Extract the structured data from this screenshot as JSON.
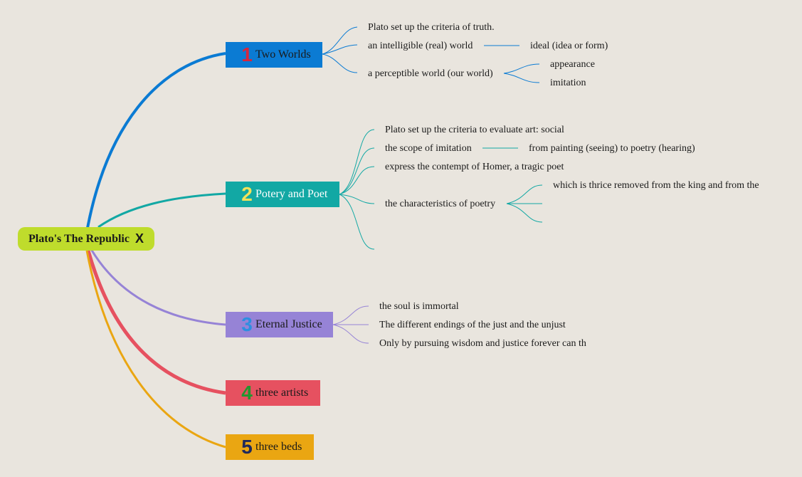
{
  "root": {
    "label": "Plato's The Republic",
    "marker": "X"
  },
  "topics": [
    {
      "num": "1",
      "label": "Two Worlds",
      "items": [
        "Plato set up the criteria of truth.",
        "an intelligible (real) world",
        "ideal (idea or form)",
        "a perceptible world (our world)",
        "appearance",
        "imitation"
      ]
    },
    {
      "num": "2",
      "label": "Potery and Poet",
      "items": [
        "Plato set up the criteria to evaluate art: social",
        "the scope of imitation",
        "from painting (seeing) to poetry (hearing)",
        "express the contempt of Homer, a tragic poet",
        "the characteristics of poetry",
        "which is thrice removed from the king and from the"
      ]
    },
    {
      "num": "3",
      "label": "Eternal Justice",
      "items": [
        "the soul is immortal",
        "The different endings of the just and the unjust",
        "Only by pursuing wisdom and justice forever can th"
      ]
    },
    {
      "num": "4",
      "label": "three artists"
    },
    {
      "num": "5",
      "label": "three beds"
    }
  ],
  "colors": {
    "root": "#bfdc2c",
    "topic1": "#0b7bd3",
    "topic2": "#12a8a4",
    "topic3": "#9683d6",
    "topic4": "#e65160",
    "topic5": "#eaa612",
    "num1": "#d7263d",
    "num2": "#f2e25a",
    "num3": "#2d8fe0",
    "num4": "#23962f",
    "num5": "#1f2a5c"
  }
}
